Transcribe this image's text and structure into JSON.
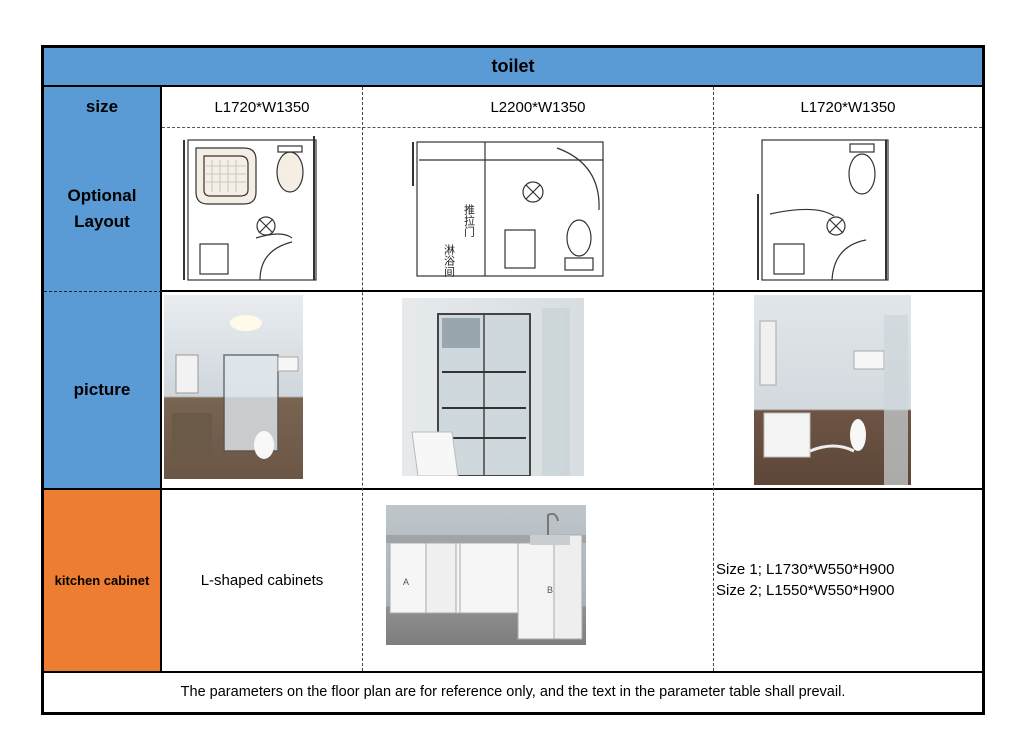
{
  "table": {
    "title": "toilet",
    "labels": {
      "size": "size",
      "layout_line1": "Optional",
      "layout_line2": "Layout",
      "picture": "picture",
      "kitchen": "kitchen cabinet"
    },
    "sizes": [
      "L1720*W1350",
      "L2200*W1350",
      "L1720*W1350"
    ],
    "floorplan_text": {
      "shower_room": "淋浴间",
      "sliding_door": "推拉门"
    },
    "kitchen": {
      "col1": "L-shaped cabinets",
      "size_lines": [
        "Size 1;  L1730*W550*H900",
        "Size 2;  L1550*W550*H900"
      ],
      "cabinet_marks": [
        "A",
        "B"
      ]
    },
    "footer": "The parameters on the floor plan are for reference only, and the text in the parameter table shall prevail."
  },
  "colors": {
    "header_blue": "#5b9bd5",
    "kitchen_orange": "#ed7d31",
    "border": "#000000"
  }
}
